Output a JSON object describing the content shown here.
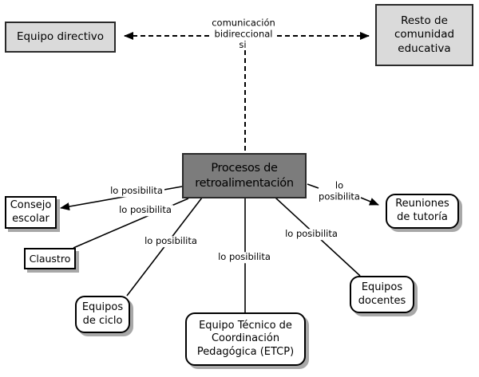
{
  "diagram": {
    "nodes": {
      "equipo_directivo": "Equipo directivo",
      "resto_comunidad": "Resto de\ncomunidad\neducativa",
      "central": "Procesos de\nretroalimentación",
      "consejo_escolar": "Consejo\nescolar",
      "claustro": "Claustro",
      "equipos_ciclo": "Equipos\nde ciclo",
      "etcp": "Equipo Técnico de\nCoordinación\nPedagógica (ETCP)",
      "reuniones_tutoria": "Reuniones\nde tutoría",
      "equipos_docentes": "Equipos\ndocentes"
    },
    "edge_labels": {
      "comunicacion_bidireccional": "comunicación\nbidireccional",
      "si": "si",
      "lo_posibilita": "lo posibilita"
    },
    "colors": {
      "light-box-fill": "#dadada",
      "central-box-fill": "#7c7c7c",
      "white-box-fill": "#ffffff",
      "gray-box-border": "#2a2a2a",
      "white-box-border": "#000000",
      "shadow": "#a8a8a8",
      "line": "#000000",
      "text": "#000000"
    }
  }
}
